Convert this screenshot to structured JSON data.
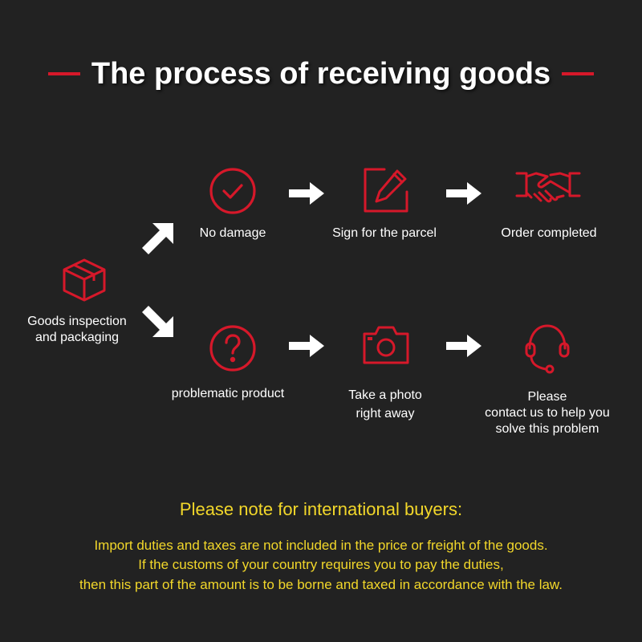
{
  "title": "The process of receiving goods",
  "colors": {
    "accent": "#d6182a",
    "note": "#f2d72a",
    "background": "#222222"
  },
  "start": {
    "icon": "box-icon",
    "label_line1": "Goods inspection",
    "label_line2": "and packaging"
  },
  "top_row": [
    {
      "icon": "check-circle-icon",
      "label": "No damage"
    },
    {
      "icon": "sign-pen-icon",
      "label": "Sign for the parcel"
    },
    {
      "icon": "handshake-icon",
      "label": "Order completed"
    }
  ],
  "bottom_row": [
    {
      "icon": "question-circle-icon",
      "label": "problematic product"
    },
    {
      "icon": "camera-icon",
      "label_line1": "Take a photo",
      "label_line2": "right away"
    },
    {
      "icon": "headset-icon",
      "label_line1": "Please",
      "label_line2": "contact us to help you",
      "label_line3": "solve this problem"
    }
  ],
  "note": {
    "title": "Please note for international buyers:",
    "lines": [
      "Import duties and taxes are not included in the price or freight of the goods.",
      "If the customs of your country requires you to pay the duties,",
      "then this part of the amount is to be borne and taxed in accordance with the law."
    ]
  }
}
